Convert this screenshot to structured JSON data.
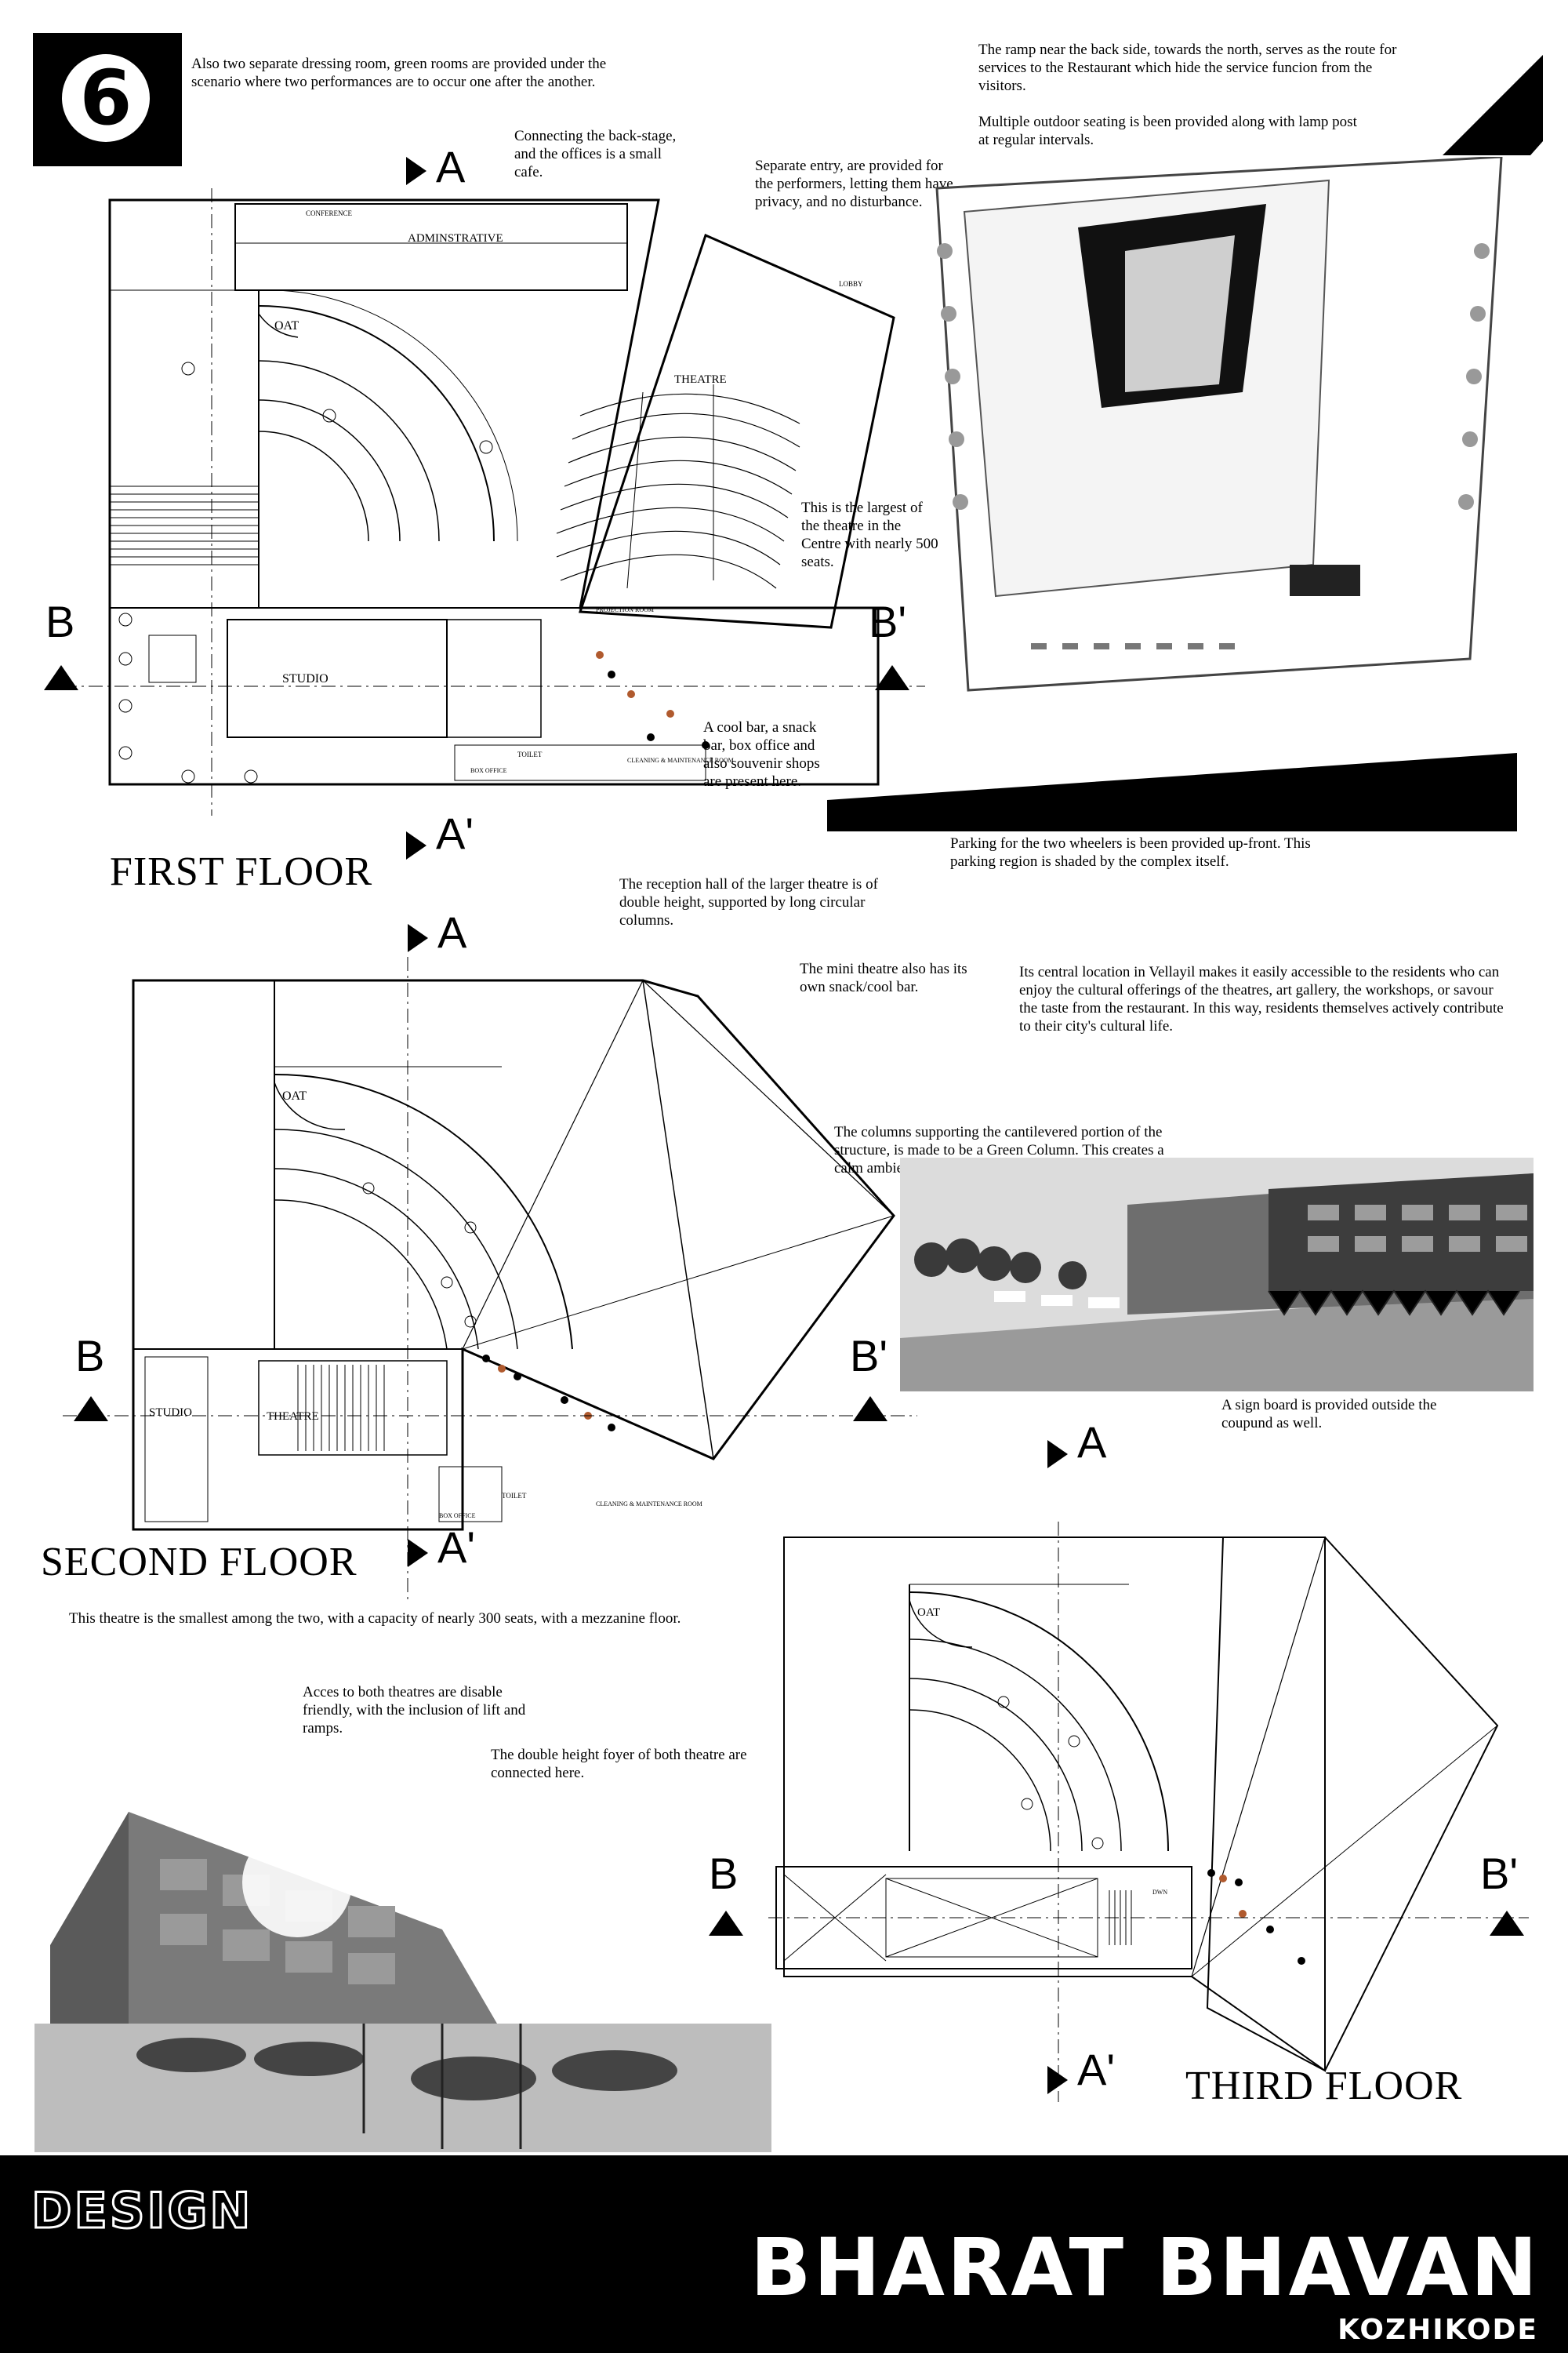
{
  "sheet": {
    "number": "6",
    "label": "DESIGN",
    "project": "BHARAT BHAVAN",
    "location": "KOZHIKODE"
  },
  "floors": {
    "first": "FIRST FLOOR",
    "second": "SECOND FLOOR",
    "third": "THIRD FLOOR"
  },
  "section_marks": {
    "a": "A",
    "a_prime": "A'",
    "b": "B",
    "b_prime": "B'"
  },
  "plan_labels": {
    "administrative": "ADMINSTRATIVE",
    "conference": "CONFERENCE",
    "oat": "OAT",
    "studio": "STUDIO",
    "theatre": "THEATRE",
    "lobby": "LOBBY",
    "toilet": "TOILET",
    "cleaning": "CLEANING & MAINTENANCE ROOM",
    "box_office": "BOX OFFICE",
    "projection": "PROJECTION ROOM",
    "dn": "DWN"
  },
  "notes": {
    "dressing": "Also two separate dressing room, green rooms are provided under the scenario where two performances are to occur one after the another.",
    "cafe": "Connecting the back-stage, and the offices is a small cafe.",
    "entry": "Separate entry, are provided for the performers, letting them have privacy, and no disturbance.",
    "ramp": "The ramp near the back side, towards the north, serves as the route for services to the Restaurant which hide the service funcion from the visitors.",
    "seating": "Multiple outdoor seating is been provided along with lamp post at regular intervals.",
    "largest": "This is the largest of the theatre in the Centre with nearly 500 seats.",
    "bar": "A cool bar, a snack bar, box office and also souvenir shops are present here.",
    "parking": "Parking for the two wheelers is been provided up-front. This parking region is shaded by the complex itself.",
    "reception": "The reception hall of the larger theatre is of double height, supported by long circular columns.",
    "mini": "The mini theatre also has its own snack/cool bar.",
    "central": "Its central location in Vellayil makes it easily accessible to the residents who can enjoy the cultural offerings of the theatres, art gallery, the workshops, or savour the taste from the restaurant. In this way, residents themselves actively contribute to their city's cultural life.",
    "columns": "The columns supporting the cantilevered portion of the structure, is made to be a Green Column. This creates a calm ambience for those using the road beneath.",
    "signboard": "A sign board is provided outside the coupund as well.",
    "smallest": "This theatre is the smallest among the two, with a capacity of nearly 300 seats, with a mezzanine floor.",
    "access": "Acces to both theatres are disable friendly, with the inclusion of lift and ramps.",
    "foyer": "The double height foyer of both theatre are  connected here."
  }
}
